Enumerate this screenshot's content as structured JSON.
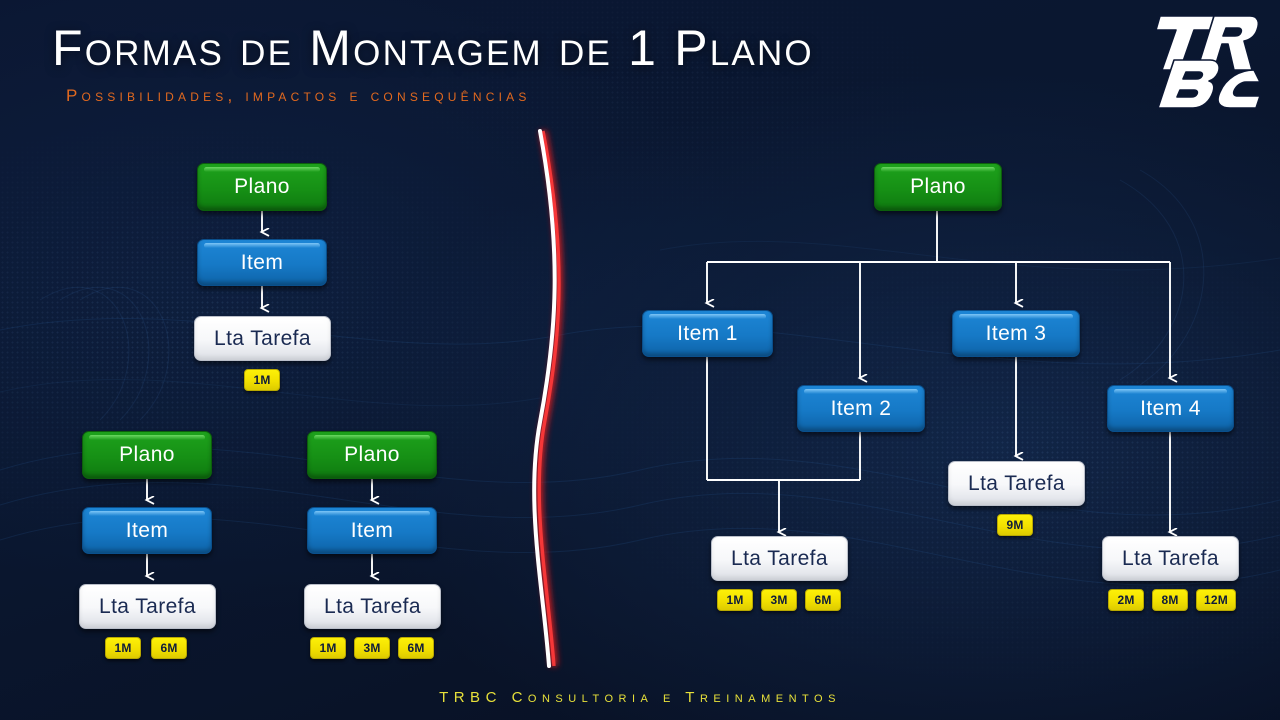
{
  "header": {
    "title": "Formas de Montagem de 1 Plano",
    "subtitle": "Possibilidades, impactos e consequências",
    "logo_text_top": "TR",
    "logo_text_bottom": "BC"
  },
  "footer": {
    "text": "TRBC Consultoria e Treinamentos"
  },
  "labels": {
    "plano": "Plano",
    "item": "Item",
    "task": "Lta Tarefa",
    "item1": "Item 1",
    "item2": "Item 2",
    "item3": "Item 3",
    "item4": "Item 4"
  },
  "left": {
    "diagram_a": {
      "plano": "Plano",
      "item": "Item",
      "task": "Lta Tarefa",
      "badges": [
        "1M"
      ]
    },
    "diagram_b": {
      "plano": "Plano",
      "item": "Item",
      "task": "Lta Tarefa",
      "badges": [
        "1M",
        "6M"
      ]
    },
    "diagram_c": {
      "plano": "Plano",
      "item": "Item",
      "task": "Lta Tarefa",
      "badges": [
        "1M",
        "3M",
        "6M"
      ]
    }
  },
  "right": {
    "plano": "Plano",
    "items": [
      "Item 1",
      "Item 2",
      "Item 3",
      "Item 4"
    ],
    "tasks": [
      {
        "label": "Lta Tarefa",
        "badges": [
          "1M",
          "3M",
          "6M"
        ]
      },
      {
        "label": "Lta Tarefa",
        "badges": [
          "9M"
        ]
      },
      {
        "label": "Lta Tarefa",
        "badges": [
          "2M",
          "8M",
          "12M"
        ]
      }
    ]
  },
  "colors": {
    "background": "#0b1733",
    "plano_green": "#169015",
    "item_blue": "#1679c6",
    "task_white": "#ffffff",
    "badge_yellow": "#f2e000",
    "subtitle_orange": "#e2691f",
    "footer_yellow": "#e7e03a",
    "divider_red": "#e41f1f",
    "connector_white": "#ffffff"
  }
}
